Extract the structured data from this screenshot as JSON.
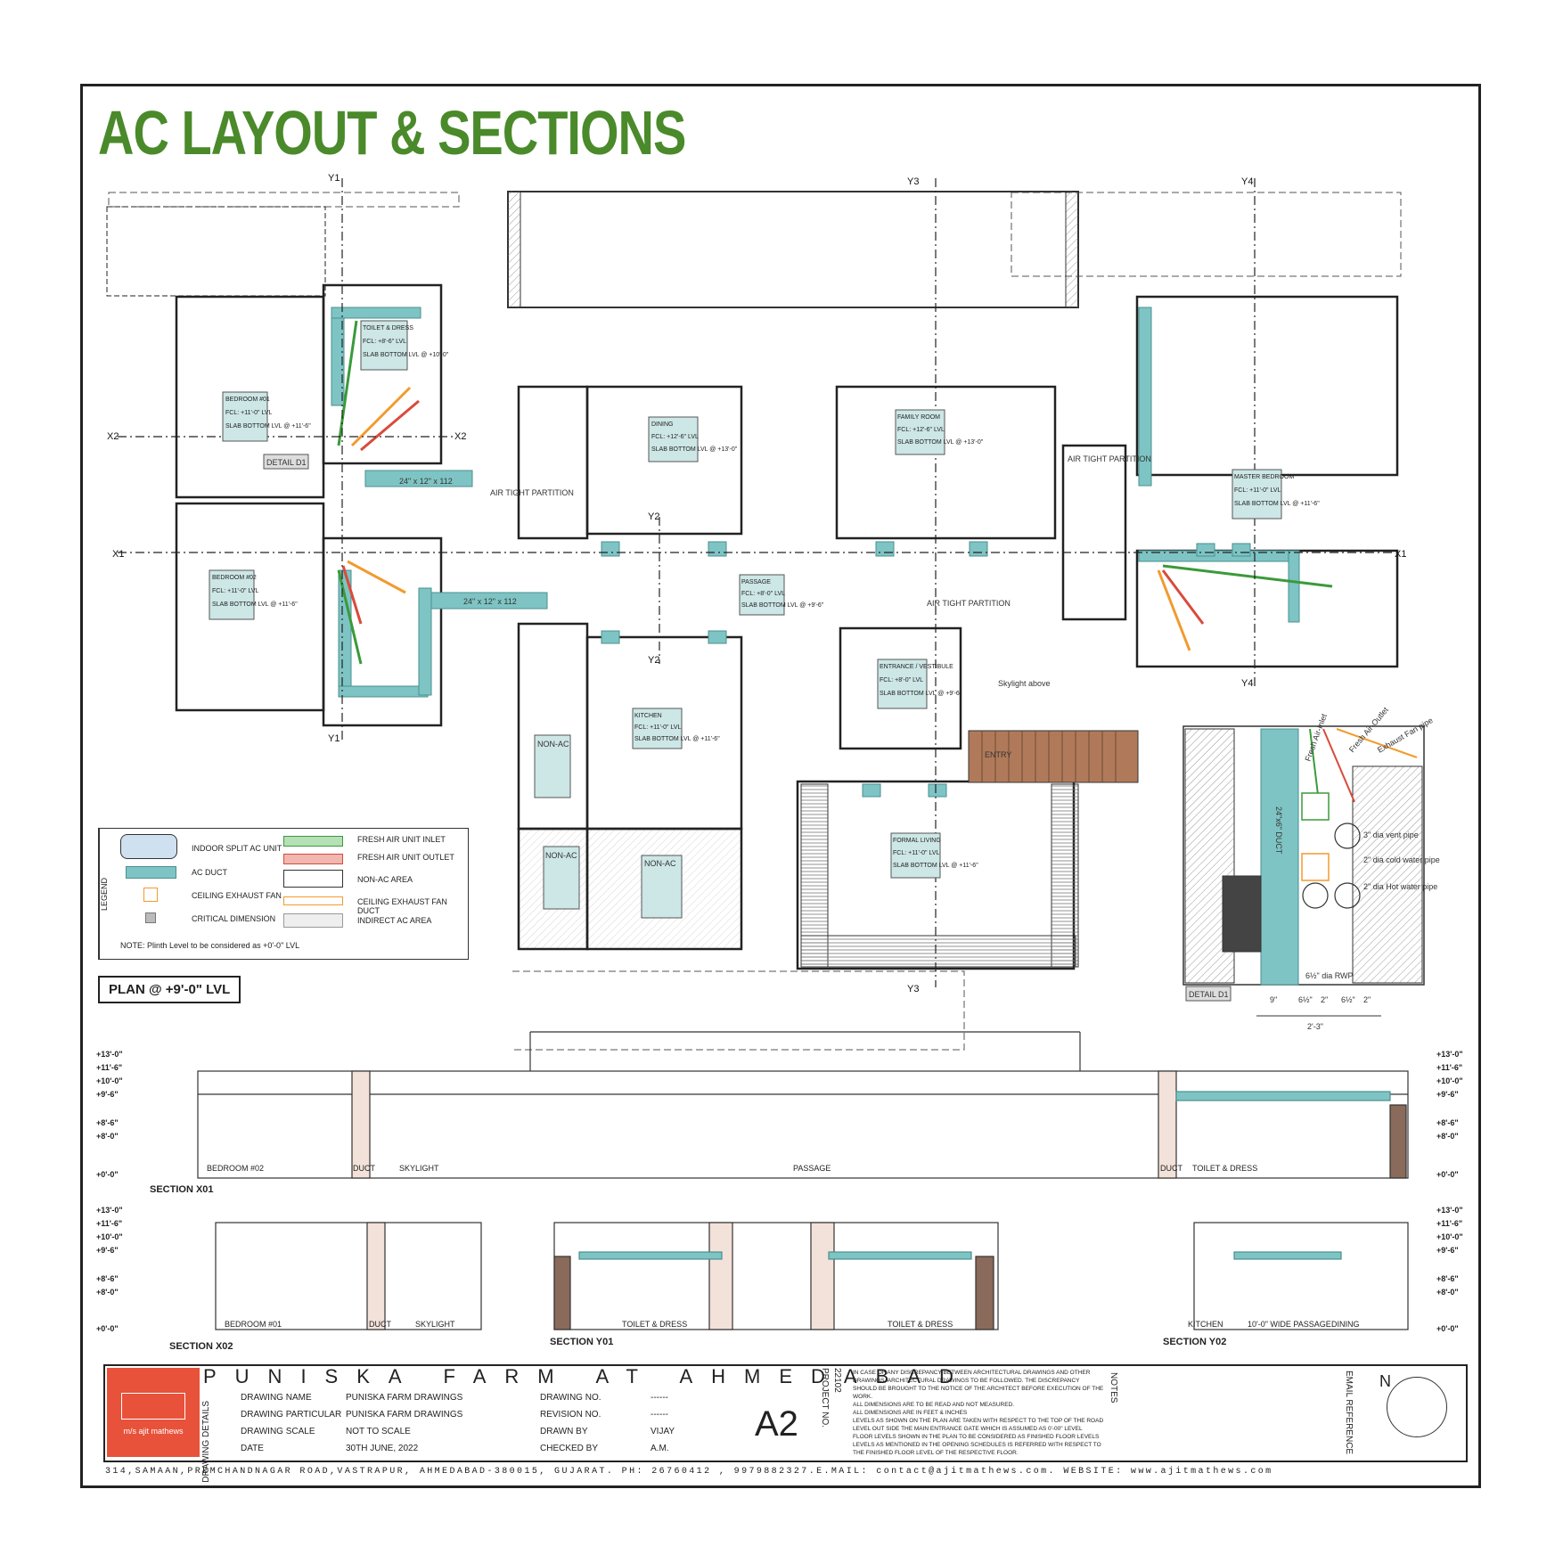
{
  "title": "AC LAYOUT & SECTIONS",
  "plan_label": "PLAN @ +9'-0\" LVL",
  "grid_markers": [
    "Y1",
    "Y1",
    "Y2",
    "Y2",
    "Y3",
    "Y3",
    "Y4",
    "Y4",
    "X1",
    "X1",
    "X2",
    "X2"
  ],
  "rooms": [
    {
      "name": "BEDROOM #01",
      "fcl": "FCL: +11'-0\" LVL",
      "slab": "SLAB BOTTOM LVL @ +11'-6\""
    },
    {
      "name": "BEDROOM #02",
      "fcl": "FCL: +11'-0\" LVL",
      "slab": "SLAB BOTTOM LVL @ +11'-6\""
    },
    {
      "name": "TOILET & DRESS",
      "fcl": "FCL: +8'-6\" LVL",
      "slab": "SLAB BOTTOM LVL @ +10'-0\""
    },
    {
      "name": "DINING",
      "fcl": "FCL: +12'-6\" LVL",
      "slab": "SLAB BOTTOM LVL @ +13'-0\""
    },
    {
      "name": "FAMILY ROOM",
      "fcl": "FCL: +12'-6\" LVL",
      "slab": "SLAB BOTTOM LVL @ +13'-0\""
    },
    {
      "name": "MASTER BEDROOM",
      "fcl": "FCL: +11'-0\" LVL",
      "slab": "SLAB BOTTOM LVL @ +11'-6\""
    },
    {
      "name": "KITCHEN",
      "fcl": "FCL: +11'-0\" LVL",
      "slab": "SLAB BOTTOM LVL @ +11'-6\""
    },
    {
      "name": "ENTRANCE / VESTIBULE",
      "fcl": "FCL: +8'-0\" LVL",
      "slab": "SLAB BOTTOM LVL @ +9'-6\""
    },
    {
      "name": "FORMAL LIVING",
      "fcl": "FCL: +11'-0\" LVL",
      "slab": "SLAB BOTTOM LVL @ +11'-6\""
    },
    {
      "name": "PASSAGE",
      "fcl": "FCL: +8'-0\" LVL",
      "slab": "SLAB BOTTOM LVL @ +9'-6\""
    }
  ],
  "plan_texts": {
    "detail_d1": "DETAIL D1",
    "air_tight_partition": "AIR TIGHT PARTITION",
    "entry": "ENTRY",
    "skylight_above": "Skylight above",
    "non_ac": "NON-AC",
    "duct_size": "24\" x 12\" x 112"
  },
  "detail": {
    "label": "DETAIL D1",
    "duct": "24\"x6\" DUCT",
    "fresh_air_inlet": "Fresh Air-Inlet",
    "fresh_air_outlet": "Fresh Air-Outlet",
    "exhaust_fan_pipe": "Exhaust Fan pipe",
    "pipes": [
      "3\" dia vent pipe",
      "2\" dia cold water pipe",
      "2\" dia Hot water pipe"
    ],
    "rwp": "6½\" dia RWP",
    "dim_total": "2'-3\"",
    "dims_bottom": [
      "9\"",
      "6½\"",
      "2\"",
      "6½\"",
      "2\""
    ]
  },
  "legend": {
    "side_label": "LEGEND",
    "items": [
      {
        "label": "INDOOR SPLIT AC UNIT"
      },
      {
        "label": "AC DUCT"
      },
      {
        "label": "CEILING EXHAUST FAN"
      },
      {
        "label": "CRITICAL DIMENSION"
      },
      {
        "label": "FRESH AIR UNIT INLET"
      },
      {
        "label": "FRESH AIR UNIT OUTLET"
      },
      {
        "label": "NON-AC AREA"
      },
      {
        "label": "CEILING EXHAUST FAN DUCT"
      },
      {
        "label": "INDIRECT AC AREA"
      }
    ],
    "note": "NOTE:  Plinth Level to be considered as +0'-0\" LVL"
  },
  "levels": [
    "+13'-0\"",
    "+11'-6\"",
    "+10'-0\"",
    "+9'-6\"",
    "+8'-6\"",
    "+8'-0\"",
    "+0'-0\""
  ],
  "sections": {
    "x01_rooms": [
      "BEDROOM #02",
      "DUCT",
      "SKYLIGHT",
      "PASSAGE",
      "DUCT",
      "TOILET & DRESS"
    ],
    "x02_rooms": [
      "BEDROOM #01",
      "DUCT",
      "SKYLIGHT"
    ],
    "y01_rooms": [
      "TOILET & DRESS",
      "TOILET & DRESS"
    ],
    "y02_rooms": [
      "KITCHEN",
      "10'-0\" WIDE PASSAGE",
      "DINING"
    ],
    "label_x01": "SECTION X01",
    "label_x02": "SECTION X02",
    "label_y01": "SECTION Y01",
    "label_y02": "SECTION Y02"
  },
  "title_block": {
    "project": "PUNISKA FARM AT AHMEDABAD",
    "firm": "m/s ajit mathews",
    "drawing_details": "DRAWING DETAILS",
    "fields": [
      {
        "label": "DRAWING NAME",
        "value": "PUNISKA FARM DRAWINGS"
      },
      {
        "label": "DRAWING PARTICULAR",
        "value": "PUNISKA FARM DRAWINGS"
      },
      {
        "label": "DRAWING SCALE",
        "value": "NOT TO SCALE"
      },
      {
        "label": "DATE",
        "value": "30TH JUNE, 2022"
      }
    ],
    "fields2": [
      {
        "label": "DRAWING NO.",
        "value": "------"
      },
      {
        "label": "REVISION NO.",
        "value": "------"
      },
      {
        "label": "DRAWN BY",
        "value": "VIJAY"
      },
      {
        "label": "CHECKED BY",
        "value": "A.M."
      }
    ],
    "sheet": "A2",
    "project_no_label": "PROJECT NO.",
    "project_no": "22102",
    "notes_heading": "NOTES",
    "email_reference": "EMAIL REFERENCE",
    "north": "N",
    "notes": [
      "IN CASE OF ANY DISCREPANCY BETWEEN ARCHITECTURAL DRAWINGS AND OTHER DRAWINGS, ARCHITECTURAL DRAWINGS TO BE FOLLOWED. THE DISCREPANCY SHOULD BE BROUGHT TO THE NOTICE OF THE ARCHITECT BEFORE EXECUTION OF THE WORK.",
      "ALL DIMENSIONS ARE TO BE READ AND NOT MEASURED.",
      "ALL DIMENSIONS ARE IN FEET & INCHES",
      "LEVELS AS SHOWN ON THE PLAN ARE TAKEN WITH RESPECT TO THE TOP OF THE ROAD LEVEL OUT SIDE THE MAIN ENTRANCE GATE WHICH IS ASSUMED AS 0'-00\" LEVEL",
      "FLOOR LEVELS SHOWN IN THE PLAN TO BE CONSIDERED AS FINISHED FLOOR LEVELS",
      "LEVELS AS MENTIONED IN THE OPENING SCHEDULES IS REFERRED WITH RESPECT TO THE FINISHED FLOOR LEVEL OF THE RESPECTIVE FLOOR."
    ],
    "footer": "314,SAMAAN,PREMCHANDNAGAR ROAD,VASTRAPUR, AHMEDABAD-380015, GUJARAT. PH: 26760412 , 9979882327.E.MAIL: contact@ajitmathews.com. WEBSITE: www.ajitmathews.com"
  },
  "colors": {
    "title_green": "#4a8a2a",
    "duct_teal": "#7fc4c4",
    "fresh_inlet_green": "#3a9a3a",
    "fresh_outlet_red": "#d94a3a",
    "exhaust_orange": "#f29a2e",
    "logo_red": "#e8523a",
    "stair_brown": "#b07a5a"
  }
}
